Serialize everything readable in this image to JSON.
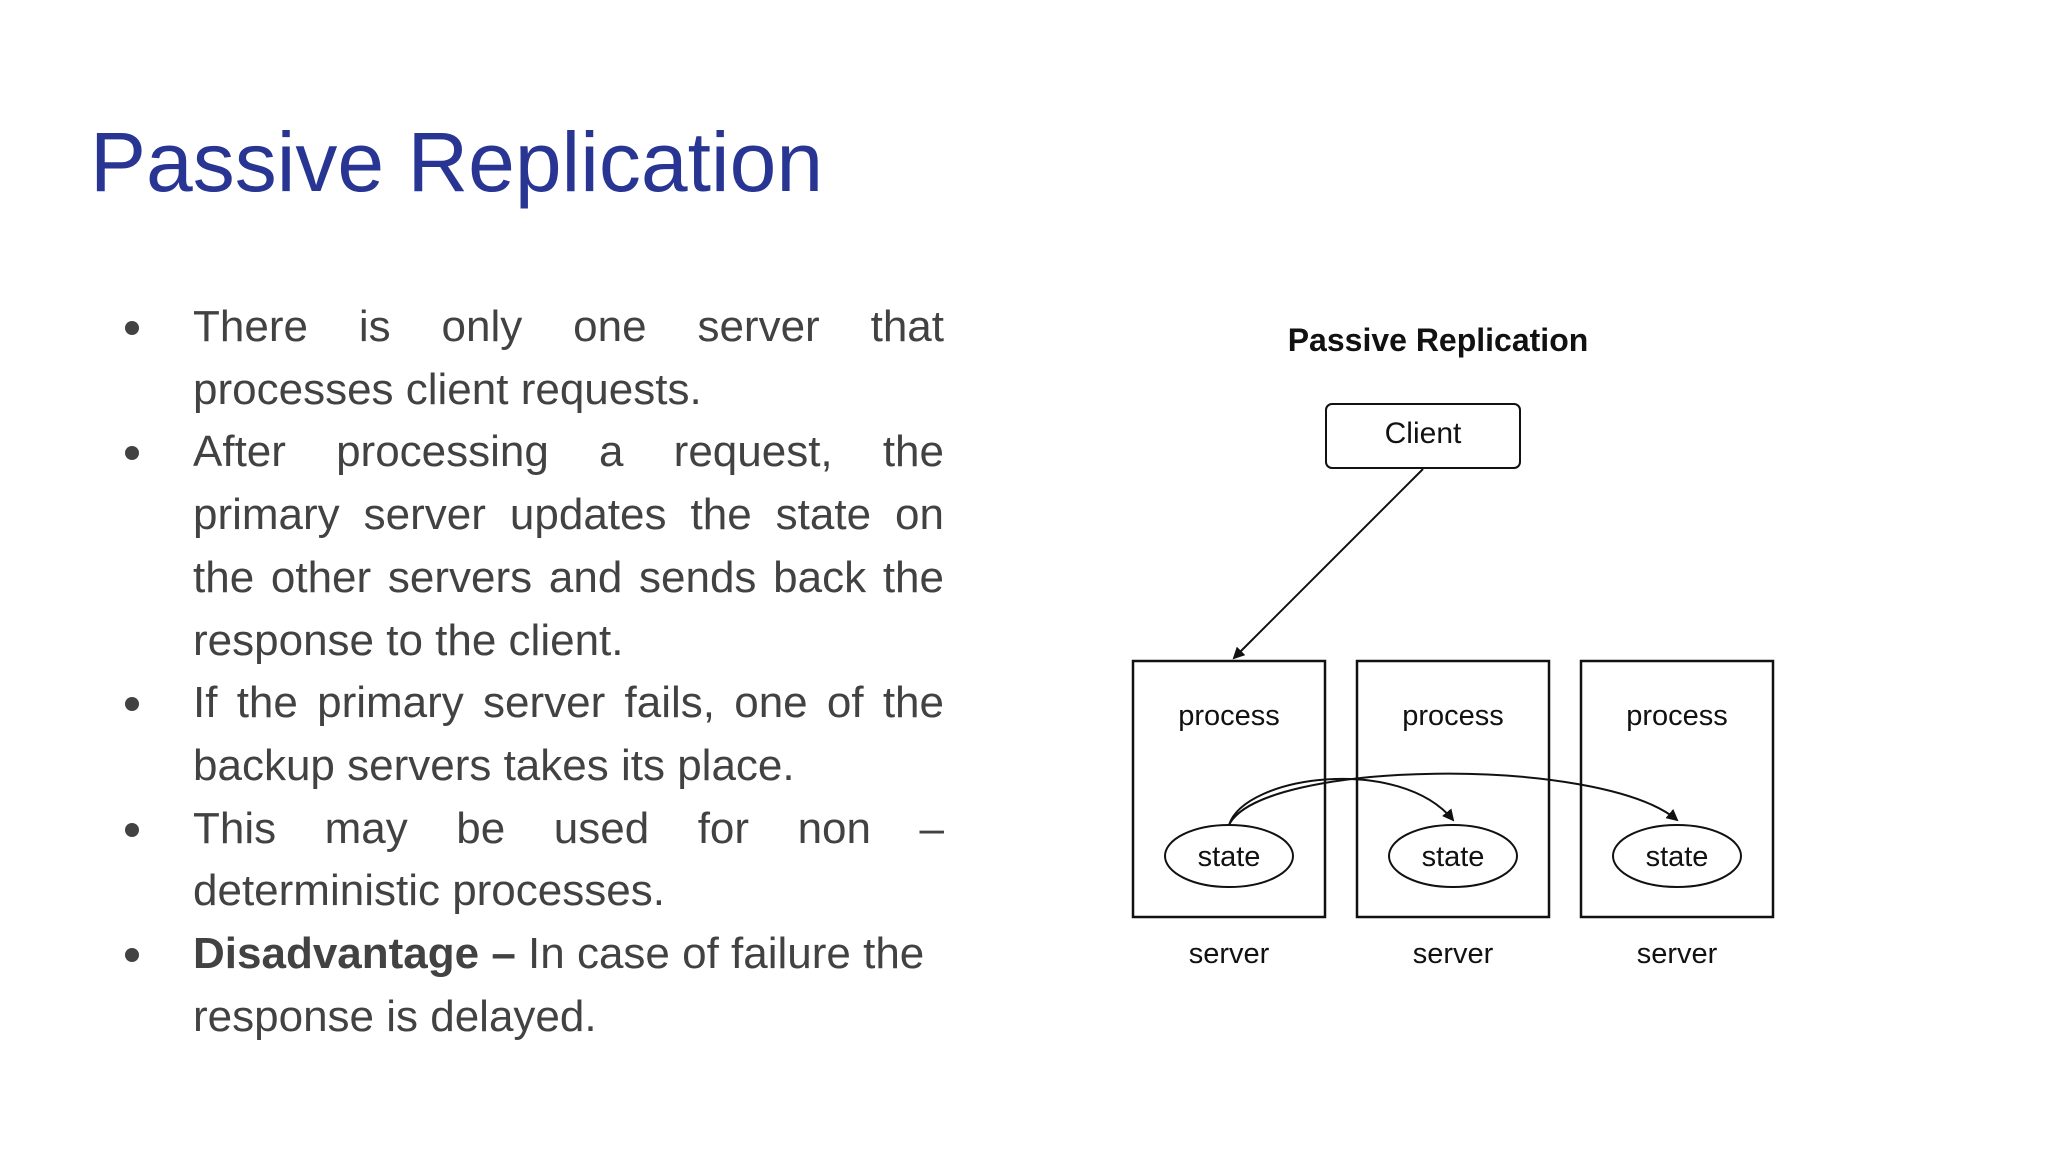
{
  "slide": {
    "title": "Passive Replication"
  },
  "bullets": [
    {
      "text": "There is only one server that processes client requests."
    },
    {
      "text": "After processing a request, the primary server updates the state on the other servers and sends back the response to the client."
    },
    {
      "text": "If the primary server fails, one of the backup servers takes its place."
    },
    {
      "text": "This may be used for non – deterministic processes."
    },
    {
      "bold": "Disadvantage –",
      "text": " In case of failure the response is delayed."
    }
  ],
  "diagram": {
    "title": "Passive Replication",
    "client_label": "Client",
    "servers": [
      {
        "process_label": "process",
        "state_label": "state",
        "server_label": "server"
      },
      {
        "process_label": "process",
        "state_label": "state",
        "server_label": "server"
      },
      {
        "process_label": "process",
        "state_label": "state",
        "server_label": "server"
      }
    ]
  },
  "colors": {
    "title": "#283593",
    "body_text": "#424242",
    "diagram_ink": "#111111"
  }
}
